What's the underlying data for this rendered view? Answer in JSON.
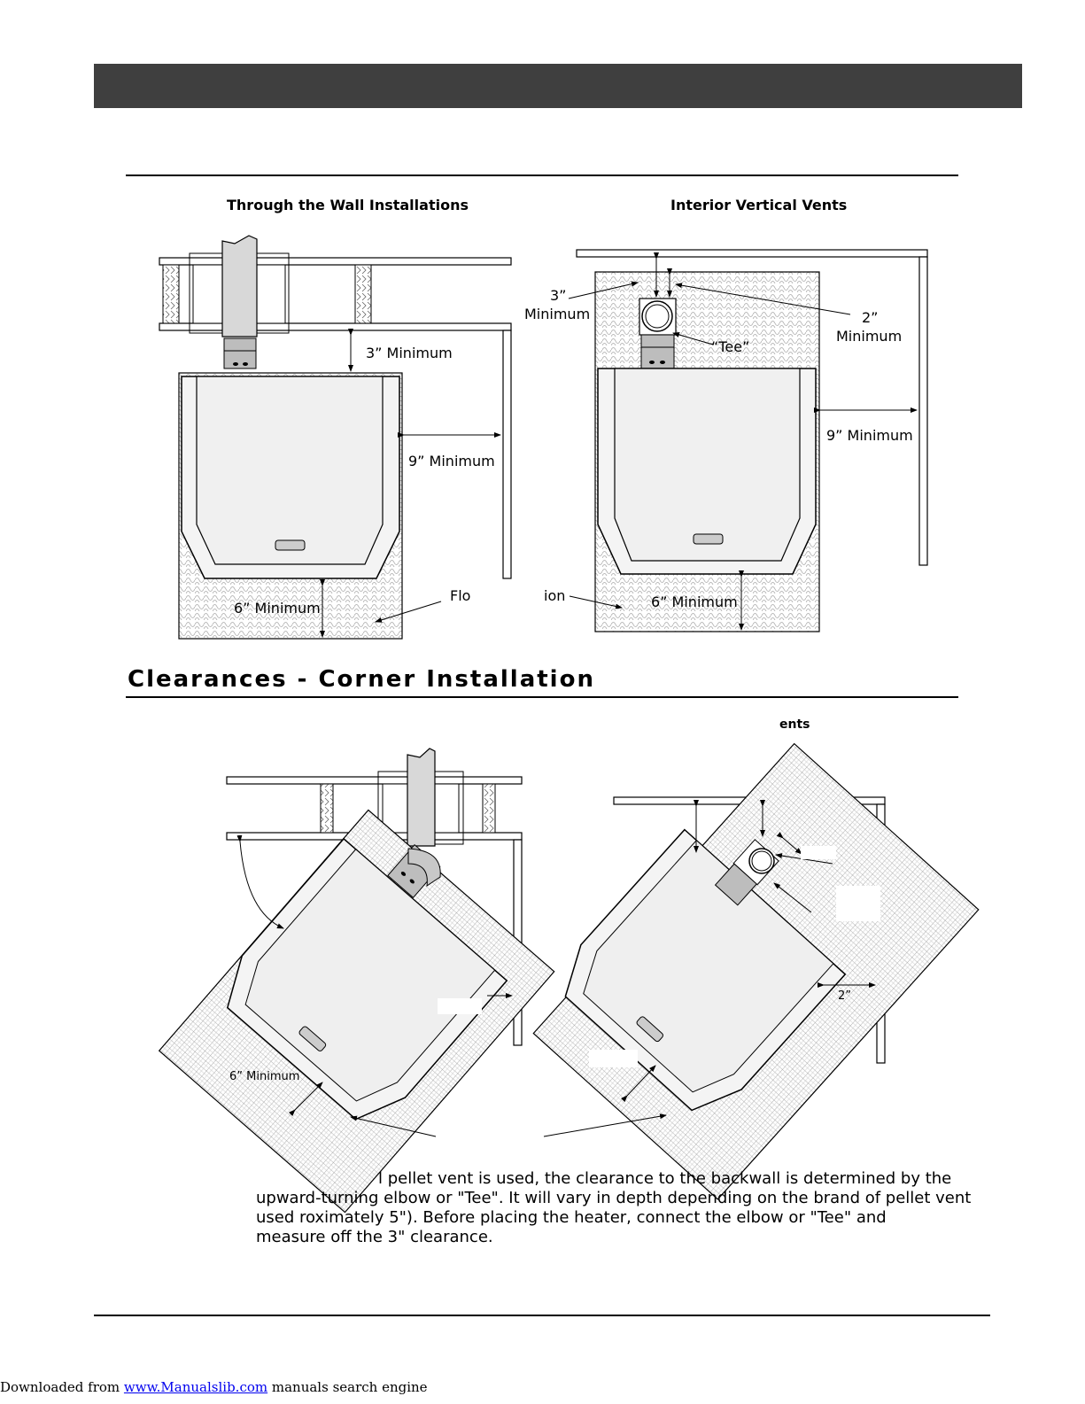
{
  "sections": {
    "top": {
      "left_title": "Through the Wall Installations",
      "right_title": "Interior Vertical Vents"
    },
    "corner": {
      "heading": "Clearances  -  Corner  Installation",
      "right_title_fragment": "ents"
    }
  },
  "labels": {
    "tw_3min": "3” Minimum",
    "tw_9min": "9” Minimum",
    "tw_6min": "6” Minimum",
    "tw_flo": "Flo",
    "iv_ion": "ion",
    "iv_3": "3”",
    "iv_3min": "Minimum",
    "iv_2": "2”",
    "iv_2min": "Minimum",
    "iv_tee": "“Tee”",
    "iv_9min": "9” Minimum",
    "iv_6min": "6” Minimum",
    "cn_6min": "6” Minimum",
    "cn_2": "2”"
  },
  "paragraph": [
    "l pellet vent is used, the clearance to the backwall is determined by the",
    "upward-turning elbow or \"Tee\".  It will vary in depth depending on the brand of pellet vent",
    "used              roximately 5\").  Before placing the heater, connect the elbow or \"Tee\" and",
    "measure off the 3\" clearance."
  ],
  "footer": {
    "prefix": "Downloaded from ",
    "link": "www.Manualslib.com",
    "suffix": "  manuals search engine"
  }
}
